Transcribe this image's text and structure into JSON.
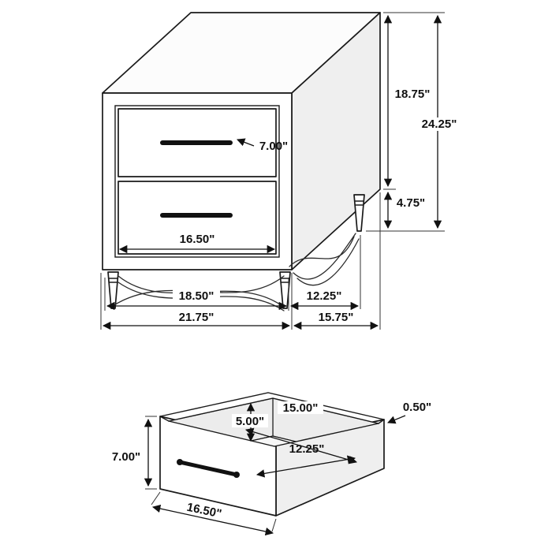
{
  "page": {
    "background": "#ffffff"
  },
  "colors": {
    "line": "#1a1a1a",
    "dim": "#111111",
    "top_face": "#fcfcfc",
    "side_face": "#efefef",
    "front_face": "#ffffff",
    "inner_wall": "#ececec",
    "floor": "#f7f7f7"
  },
  "nightstand_view": {
    "name": "Nightstand isometric view",
    "dimensions": {
      "drawer_front_height": "7.00\"",
      "body_height": "18.75\"",
      "total_height": "24.25\"",
      "leg_height": "4.75\"",
      "drawer_width": "16.50\"",
      "front_leg_span": "18.50\"",
      "side_leg_span": "12.25\"",
      "overall_width": "21.75\"",
      "overall_depth": "15.75\""
    }
  },
  "drawer_view": {
    "name": "Drawer isometric view",
    "dimensions": {
      "interior_depth": "15.00\"",
      "interior_height": "5.00\"",
      "panel_thickness": "0.50\"",
      "interior_width": "12.25\"",
      "front_height": "7.00\"",
      "front_width": "16.50\""
    }
  }
}
